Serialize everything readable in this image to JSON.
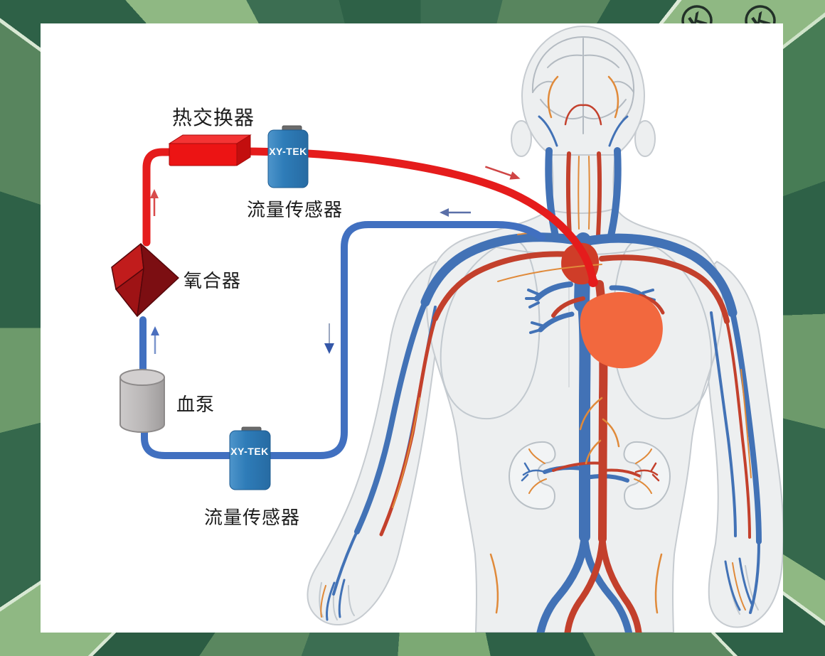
{
  "scene": {
    "panel_color": "#ffffff",
    "background_greens": [
      "#2e6147",
      "#477c55",
      "#8fb883",
      "#5a875f"
    ],
    "watermark_letter": "K"
  },
  "circuit": {
    "labels": {
      "heat_exchanger": "热交换器",
      "flow_sensor_arterial": "流量传感器",
      "oxygenator": "氧合器",
      "blood_pump": "血泵",
      "flow_sensor_venous": "流量传感器"
    },
    "sensor_brand": "XY-TEK",
    "colors": {
      "arterial_line": "#e51c1c",
      "venous_line": "#4170c0",
      "heat_exchanger": "#ec1414",
      "oxygenator": "#c11c1c",
      "blood_pump": "#b9b6b6",
      "flow_sensor": "#2e7cb8"
    }
  },
  "anatomy": {
    "body_fill": "#edeff0",
    "artery_color": "#c3402c",
    "vein_color": "#4272b6",
    "heart_color": "#f2683e",
    "small_vessel_color": "#e08a3a"
  }
}
